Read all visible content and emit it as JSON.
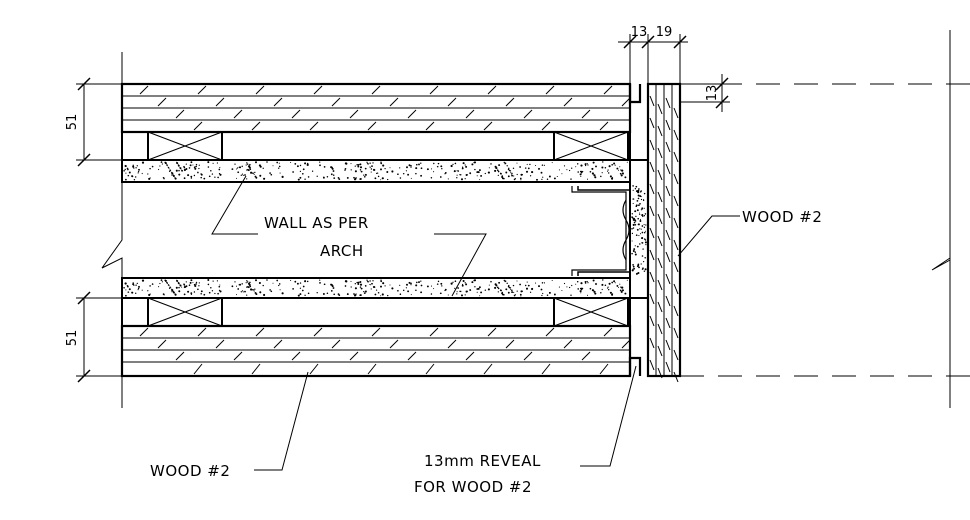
{
  "labels": {
    "wall": [
      "WALL AS PER",
      "ARCH"
    ],
    "wood_right": "WOOD #2",
    "wood_bottom": "WOOD #2",
    "reveal": [
      "13mm REVEAL",
      "FOR WOOD #2"
    ]
  },
  "dimensions": {
    "top_left": "51",
    "bottom_left": "51",
    "top_13": "13",
    "top_19": "19",
    "right_13": "13"
  },
  "colors": {
    "line": "#000000",
    "background": "#ffffff"
  }
}
